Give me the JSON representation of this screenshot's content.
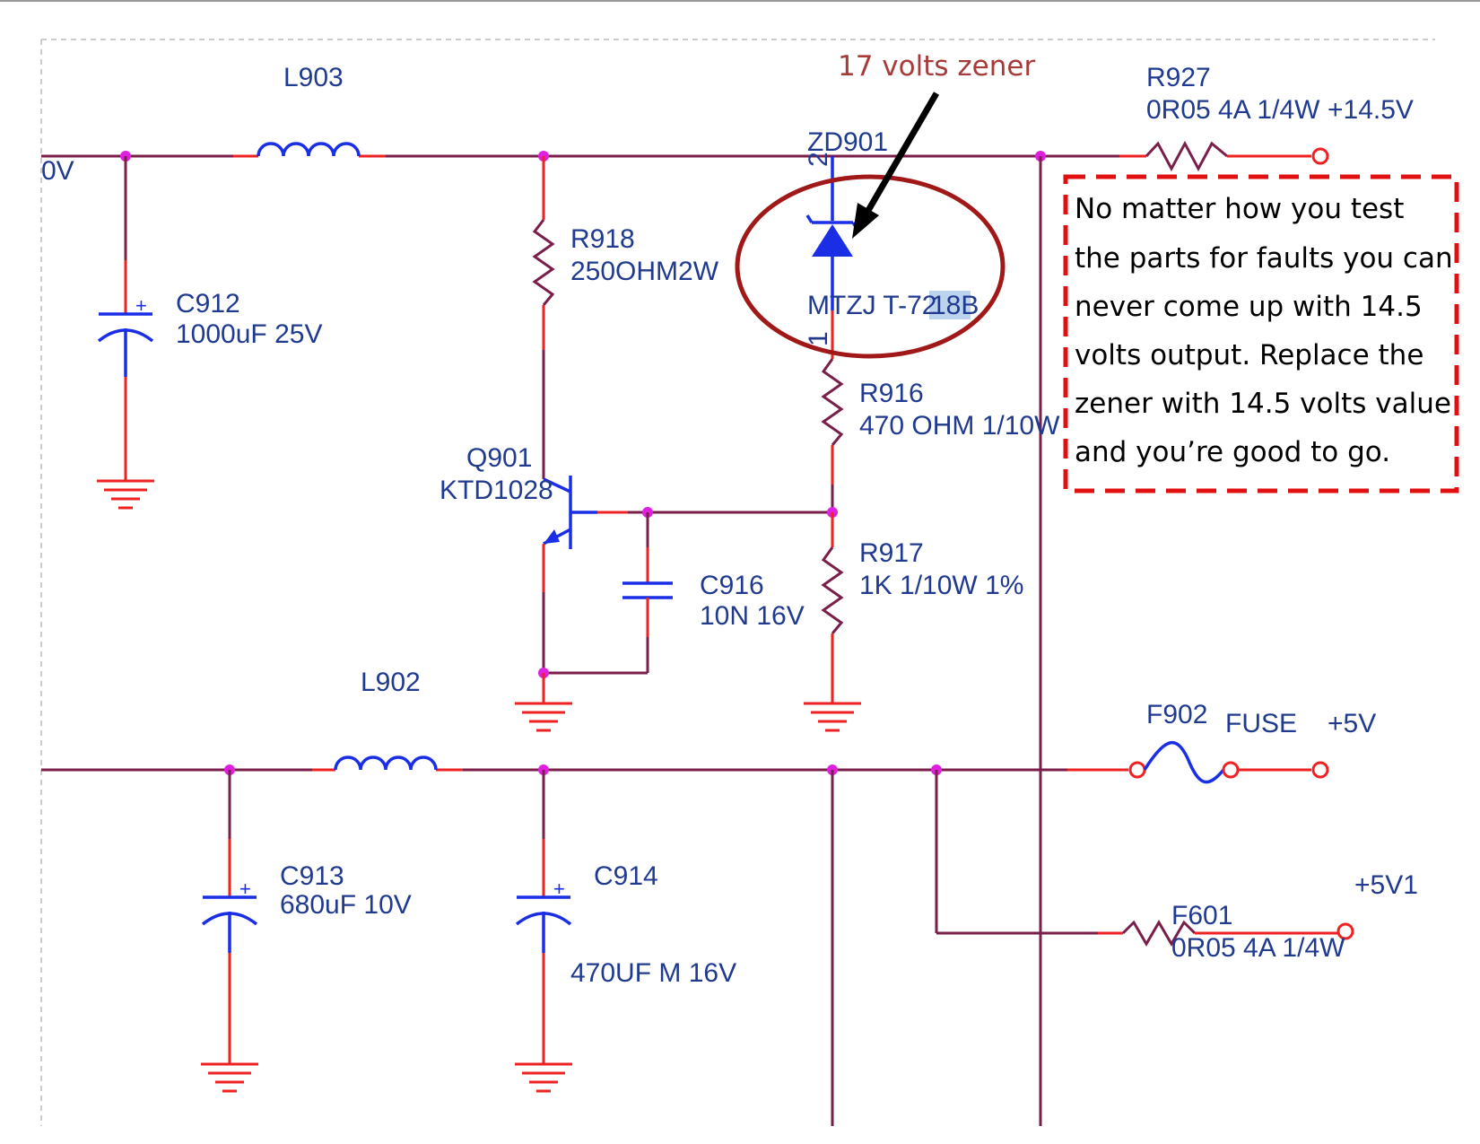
{
  "components": {
    "l903": {
      "ref": "L903"
    },
    "l902": {
      "ref": "L902"
    },
    "c912": {
      "ref": "C912",
      "value": "1000uF 25V"
    },
    "c913": {
      "ref": "C913",
      "value": "680uF 10V"
    },
    "c914": {
      "ref": "C914",
      "value": "470UF M 16V"
    },
    "c916": {
      "ref": "C916",
      "value": "10N 16V"
    },
    "r918": {
      "ref": "R918",
      "value": "250OHM2W"
    },
    "r916": {
      "ref": "R916",
      "value": "470 OHM 1/10W"
    },
    "r917": {
      "ref": "R917",
      "value": "1K 1/10W 1%"
    },
    "r927": {
      "ref": "R927",
      "value": "0R05 4A 1/4W"
    },
    "q901": {
      "ref": "Q901",
      "value": "KTD1028"
    },
    "zd901": {
      "ref": "ZD901",
      "part_prefix": "MTZJ T-72",
      "part_suffix": "18B",
      "pin2": "2",
      "pin1": "1"
    },
    "f902": {
      "ref": "F902",
      "type": "FUSE"
    },
    "f601": {
      "ref": "F601",
      "value": "0R05 4A 1/4W"
    }
  },
  "nets": {
    "input_partial": "0V",
    "out_14v5": "+14.5V",
    "out_5v": "+5V",
    "out_5v1": "+5V1"
  },
  "annotations": {
    "zener_callout": "17 volts zener",
    "note_lines": [
      "No matter how you test",
      "the parts for faults you can",
      "never come up with 14.5",
      "volts output. Replace the",
      "zener with 14.5 volts value",
      "and you’re good to go."
    ]
  },
  "colors": {
    "wire": "#7a1e4a",
    "lead": "#ee2222",
    "component": "#1a2ee6",
    "node": "#e020e0",
    "callout_text": "#a83a3a",
    "circle_highlight": "#a01818",
    "note_border": "#e01010",
    "part_highlight": "#bcd3ee"
  }
}
